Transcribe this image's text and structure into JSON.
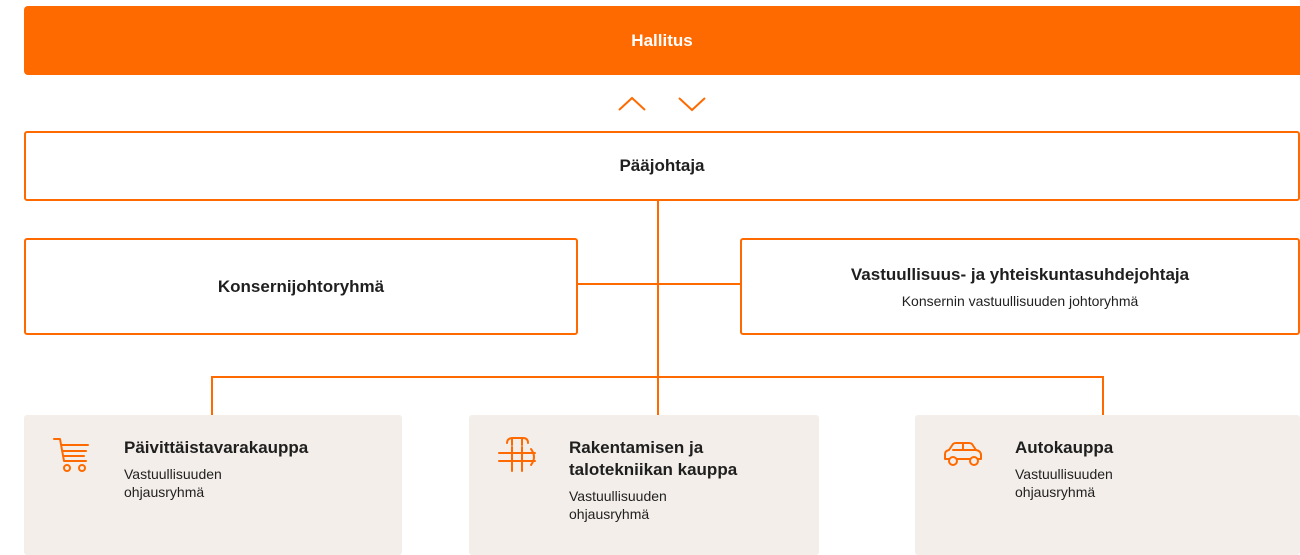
{
  "board": {
    "label": "Hallitus"
  },
  "ceo": {
    "label": "Pääjohtaja"
  },
  "group_management": {
    "label": "Konsernijohtoryhmä"
  },
  "responsibility": {
    "title": "Vastuullisuus- ja yhteiskuntasuhdejohtaja",
    "subtitle": "Konsernin vastuullisuuden johtoryhmä"
  },
  "divisions": [
    {
      "icon": "shopping-cart-icon",
      "title": "Päivittäistavarakauppa",
      "subtitle": "Vastuullisuuden ohjausryhmä"
    },
    {
      "icon": "plumbing-pipes-icon",
      "title": "Rakentamisen ja talotekniikan kauppa",
      "subtitle": "Vastuullisuuden ohjausryhmä"
    },
    {
      "icon": "car-icon",
      "title": "Autokauppa",
      "subtitle": "Vastuullisuuden ohjausryhmä"
    }
  ],
  "colors": {
    "accent": "#ff6a00",
    "card_background": "#f3eee9",
    "text": "#1f1f1f"
  }
}
